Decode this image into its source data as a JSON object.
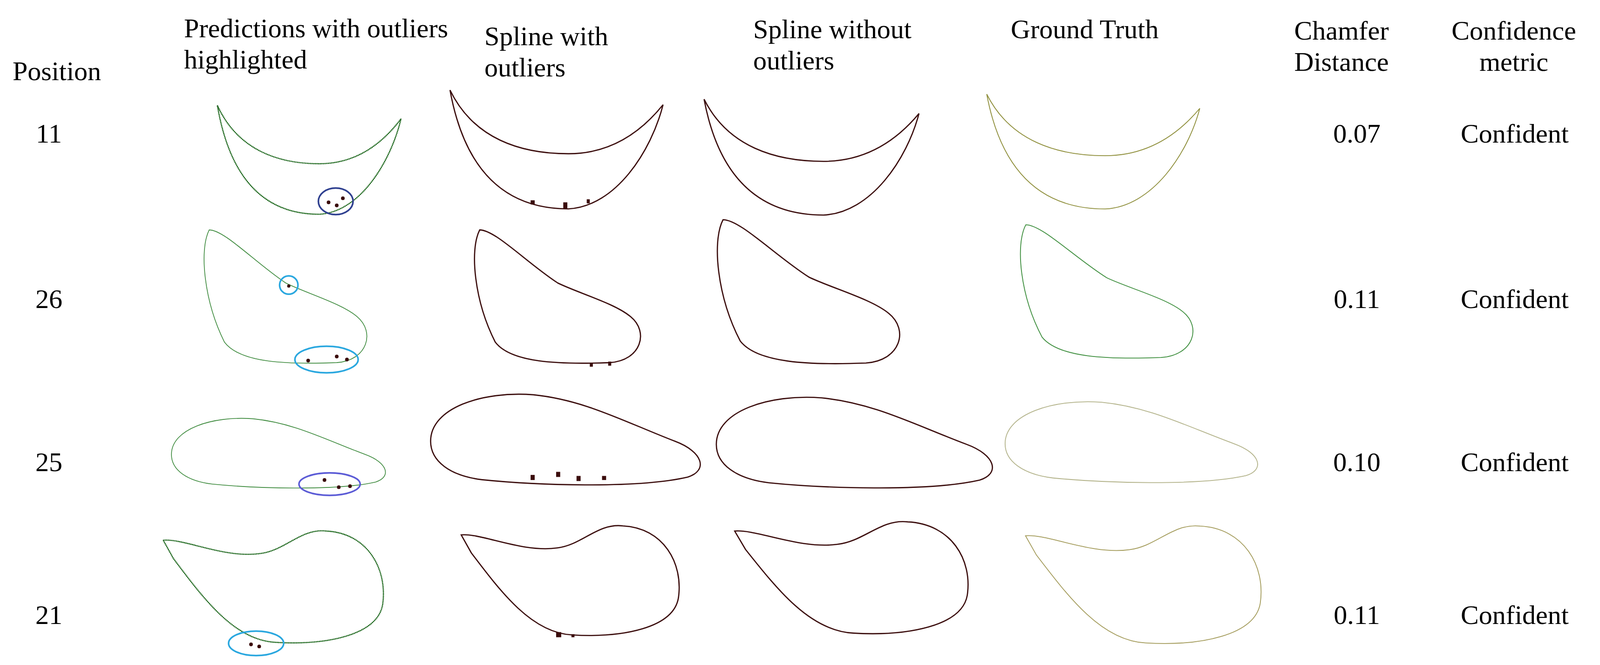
{
  "diagram": {
    "labels": [
      "Position",
      "Predictions with outliers highlighted",
      "Spline with outliers",
      "Spline without outliers",
      "Ground Truth",
      "Chamfer Distance",
      "Confidence metric",
      "11",
      "0.07",
      "Confident",
      "26",
      "0.11",
      "Confident",
      "25",
      "0.10",
      "Confident",
      "21",
      "0.11",
      "Confident"
    ]
  }
}
